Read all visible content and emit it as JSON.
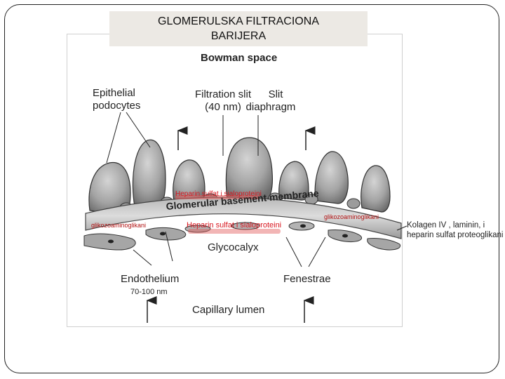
{
  "slide": {
    "title_line1": "GLOMERULSKA  FILTRACIONA",
    "title_line2": "BARIJERA"
  },
  "figure": {
    "bowman_space": "Bowman space",
    "epithelial_line1": "Epithelial",
    "epithelial_line2": "podocytes",
    "filtration_slit_line1": "Filtration slit",
    "filtration_slit_line2": "(40 nm)",
    "slit_line1": "Slit",
    "slit_line2": "diaphragm",
    "gbm": "Glomerular basement membrane",
    "glycocalyx": "Glycocalyx",
    "endothelium": "Endothelium",
    "fenestrae": "Fenestrae",
    "capillary_lumen": "Capillary lumen"
  },
  "annotations": {
    "heparin_top": "Heparin sulfat i sialoproteini",
    "heparin_bottom": "Heparin sulfat i sialoproteini",
    "glikoz_right": "glikozoaminoglikani",
    "glikoz_left": "glikozoaminoglikani",
    "size": "70-100 nm",
    "side_note": "Kolagen IV , laminin, i heparin sulfat proteoglikani"
  }
}
